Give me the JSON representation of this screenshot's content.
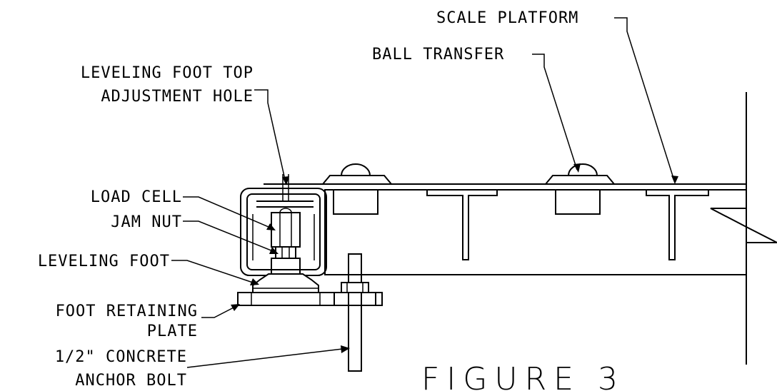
{
  "labels": {
    "scale_platform": "SCALE PLATFORM",
    "ball_transfer": "BALL TRANSFER",
    "leveling_foot_top_line1": "LEVELING FOOT TOP",
    "leveling_foot_top_line2": "ADJUSTMENT HOLE",
    "load_cell": "LOAD CELL",
    "jam_nut": "JAM NUT",
    "leveling_foot": "LEVELING FOOT",
    "foot_retaining_plate_line1": "FOOT RETAINING",
    "foot_retaining_plate_line2": "PLATE",
    "anchor_bolt_line1": "1/2\" CONCRETE",
    "anchor_bolt_line2": "ANCHOR BOLT"
  },
  "figure_caption": "FIGURE 3"
}
